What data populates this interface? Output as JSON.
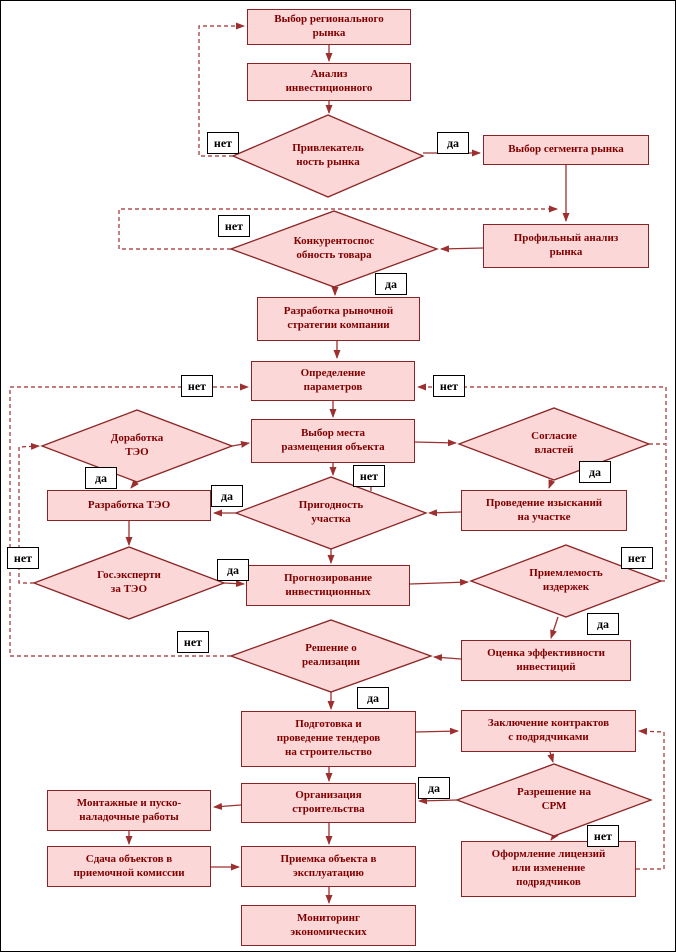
{
  "labels": {
    "yes": "да",
    "no": "нет"
  },
  "colors": {
    "node_fill": "#fbd7d7",
    "node_border": "#8b2525",
    "node_text": "#800000",
    "connector": "#9e2f2f",
    "label_bg": "#ffffff",
    "label_border": "#000000",
    "frame": "#000000"
  },
  "nodes": {
    "region": "Выбор регионального\nрынка",
    "analysis": "Анализ\nинвестиционного",
    "attract": "Привлекатель\nность рынка",
    "segment": "Выбор сегмента рынка",
    "profile": "Профильный анализ\nрынка",
    "compet": "Конкурентоспос\nобность товара",
    "strategy": "Разработка рыночной\nстратегии компании",
    "params": "Определение\nпараметров",
    "place": "Выбор места\nразмещения объекта",
    "dorab": "Доработка\nТЭО",
    "soglasie": "Согласие\nвластей",
    "razrab": "Разработка ТЭО",
    "prigod": "Пригодность\nучастка",
    "izysk": "Проведение изысканий\nна участке",
    "gosexp": "Гос.эксперти\nза ТЭО",
    "prognoz": "Прогнозирование\nинвестиционных",
    "priem": "Приемлемость\nиздержек",
    "ocenka": "Оценка эффективности\nинвестиций",
    "reshenie": "Решение о\nреализации",
    "podgotovka": "Подготовка и\nпроведение тендеров\nна строительство",
    "zakl": "Заключение контрактов\nс подрядчиками",
    "org": "Организация\nстроительства",
    "razresh": "Разрешение на\nСРМ",
    "montazh": "Монтажные и пуско-\nналадочные работы",
    "oform": "Оформление лицензий\nили изменение\nподрядчиков",
    "sdacha": "Сдача объектов в\nприемочной комиссии",
    "priemka": "Приемка объекта в\nэксплуатацию",
    "monitoring": "Мониторинг\nэкономических"
  }
}
